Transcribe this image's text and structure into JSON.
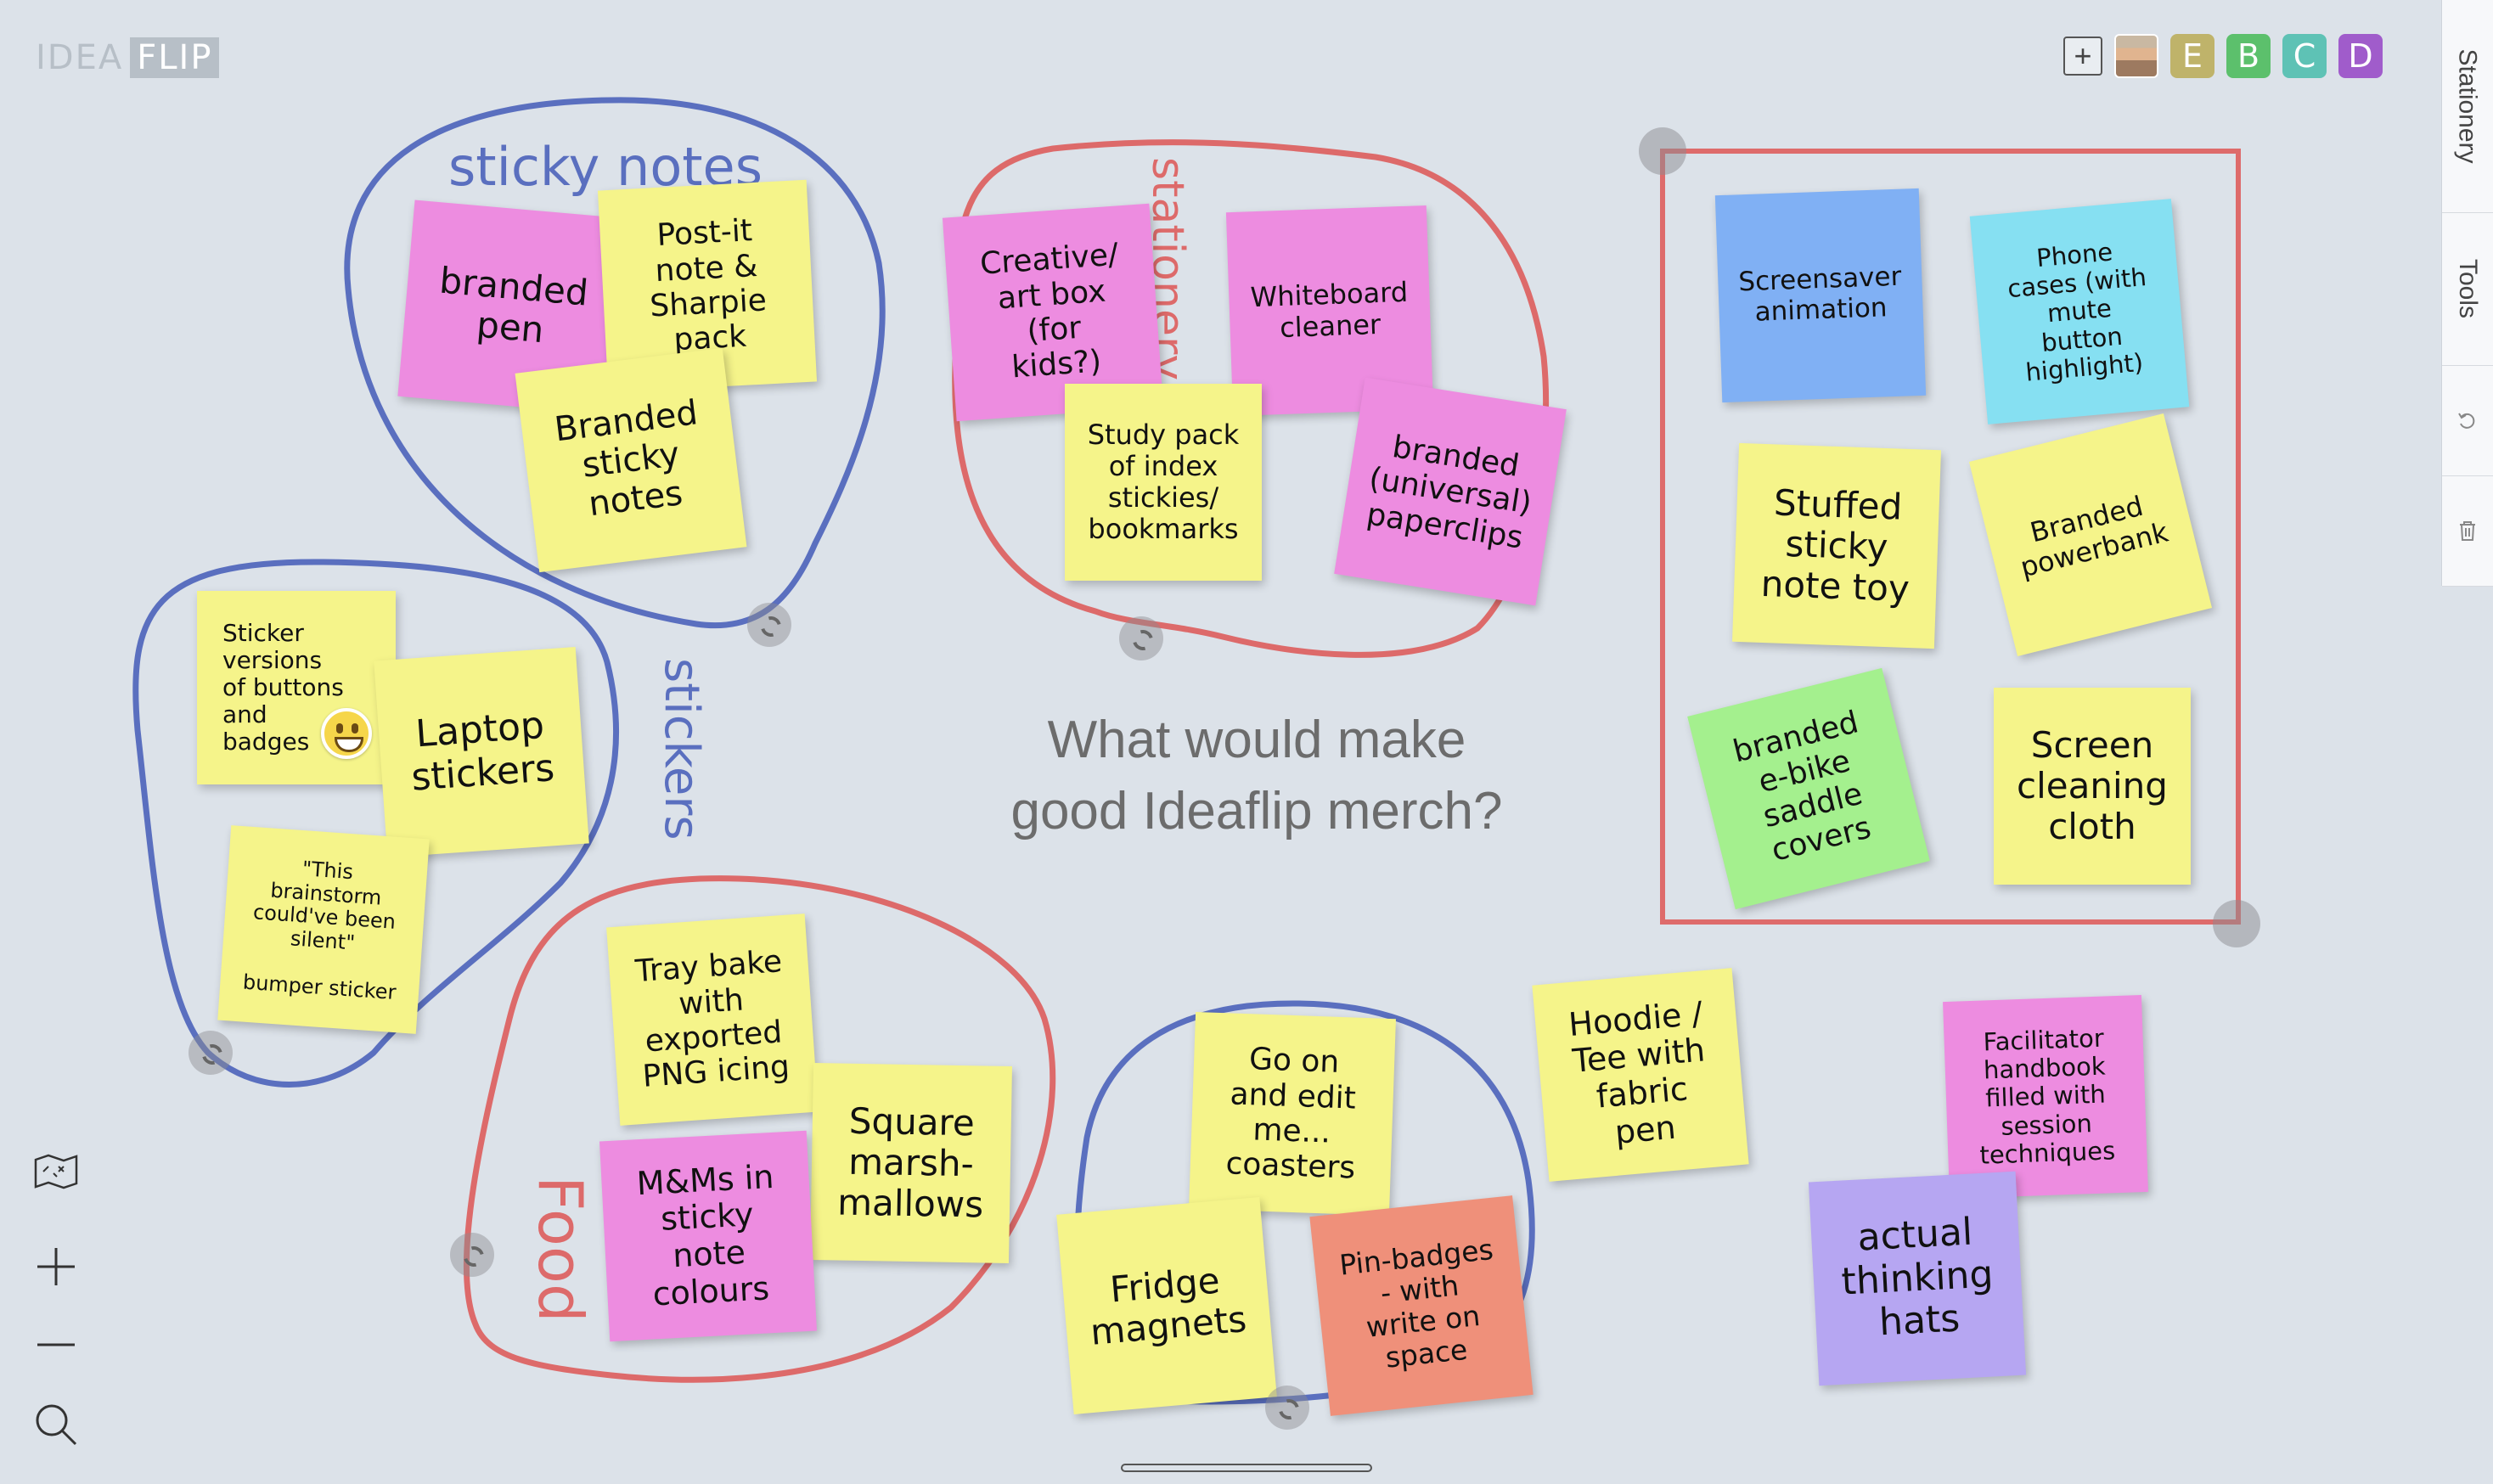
{
  "app": {
    "logo_part1": "IDEA",
    "logo_part2": "FLIP"
  },
  "toolbar": {
    "add_symbol": "+",
    "collaborators": [
      {
        "initial": "E",
        "color": "#bfb36a"
      },
      {
        "initial": "B",
        "color": "#5cc06c"
      },
      {
        "initial": "C",
        "color": "#5ec2b5"
      },
      {
        "initial": "D",
        "color": "#a05ccb"
      }
    ]
  },
  "side_panel": {
    "tabs": [
      "Stationery",
      "Tools"
    ],
    "undo_icon": "undo-icon",
    "trash_icon": "trash-icon"
  },
  "left_tools": {
    "icons": [
      "map-icon",
      "zoom-in-icon",
      "zoom-out-icon",
      "search-icon"
    ]
  },
  "board": {
    "question": "What would make\ngood Ideaflip merch?",
    "groups": [
      "sticky notes",
      "stationery",
      "stickers",
      "Food"
    ],
    "notes": [
      {
        "text": "branded\npen"
      },
      {
        "text": "Post-it\nnote &\nSharpie\npack"
      },
      {
        "text": "Branded\nsticky\nnotes"
      },
      {
        "text": "Creative/\nart box\n(for\nkids?)"
      },
      {
        "text": "Whiteboard\ncleaner"
      },
      {
        "text": "Study pack\nof index\nstickies/\nbookmarks"
      },
      {
        "text": "branded\n(universal)\npaperclips"
      },
      {
        "text": "Screensaver\nanimation"
      },
      {
        "text": "Phone\ncases (with\nmute\nbutton\nhighlight)"
      },
      {
        "text": "Stuffed\nsticky\nnote toy"
      },
      {
        "text": "Branded\npowerbank"
      },
      {
        "text": "branded\ne-bike\nsaddle\ncovers"
      },
      {
        "text": "Screen\ncleaning\ncloth"
      },
      {
        "text": "Sticker\nversions\nof buttons\nand\nbadges"
      },
      {
        "text": "Laptop\nstickers"
      },
      {
        "text": "\"This\nbrainstorm\ncould've been\nsilent\"\n\nbumper sticker"
      },
      {
        "text": "Tray bake\nwith\nexported\nPNG icing"
      },
      {
        "text": "Square\nmarsh-\nmallows"
      },
      {
        "text": "M&Ms in\nsticky\nnote\ncolours"
      },
      {
        "text": "Go on\nand edit\nme...\ncoasters"
      },
      {
        "text": "Fridge\nmagnets"
      },
      {
        "text": "Pin-badges\n- with\nwrite on\nspace"
      },
      {
        "text": "Hoodie /\nTee with\nfabric\npen"
      },
      {
        "text": "Facilitator\nhandbook\nfilled with\nsession\ntechniques"
      },
      {
        "text": "actual\nthinking\nhats"
      }
    ]
  },
  "colors": {
    "blue_ink": "#5a6fbf",
    "red_ink": "#dd6a6a",
    "frame": "#de6b6b"
  }
}
